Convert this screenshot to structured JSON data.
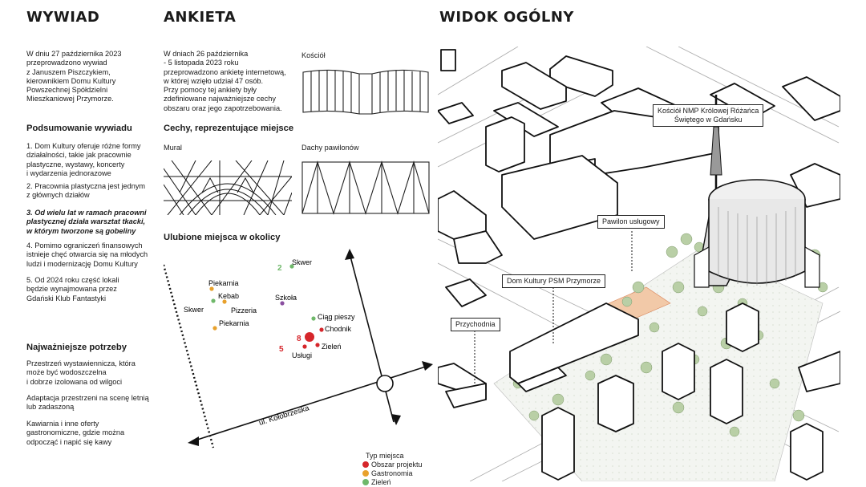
{
  "sections": {
    "wywiad": "WYWIAD",
    "ankieta": "ANKIETA",
    "widok": "WIDOK OGÓLNY"
  },
  "wywiad": {
    "intro": "W dniu 27 października 2023\nprzeprowadzono wywiad\nz Januszem Piszczykiem,\nkierownikiem Domu Kultury\nPowszechnej Spółdzielni\nMieszkaniowej Przymorze.",
    "summary_heading": "Podsumowanie wywiadu",
    "p1": "1. Dom Kultury oferuje różne formy\ndziałalności, takie jak pracownie\nplastyczne, wystawy, koncerty\ni wydarzenia jednorazowe",
    "p2": "2. Pracownia plastyczna jest jednym\nz głównych działów",
    "p3": "3. Od wielu lat w ramach pracowni\nplastycznej działa warsztat tkacki,\nw którym tworzone są gobeliny",
    "p4": "4. Pomimo ograniczeń finansowych\nistnieje chęć otwarcia się na młodych\nludzi i modernizację Domu Kultury",
    "p5": "5. Od 2024 roku część lokali\nbędzie wynajmowana przez\nGdański Klub Fantastyki",
    "needs_heading": "Najważniejsze potrzeby",
    "n1": "Przestrzeń wystawiennicza, która\nmoże być wodoszczelna\ni dobrze izolowana od wilgoci",
    "n2": "Adaptacja przestrzeni na scenę letnią\nlub zadaszoną",
    "n3": "Kawiarnia i inne oferty\ngastronomiczne, gdzie można\nodpocząć i napić się kawy"
  },
  "ankieta": {
    "intro": "W dniach 26 października\n- 5 listopada 2023 roku\nprzeprowadzono ankietę internetową,\nw której wzięło udział 47 osób.\nPrzy pomocy tej ankiety były\nzdefiniowane najważniejsze cechy\nobszaru oraz jego zapotrzebowania.",
    "features_heading": "Cechy, reprezentujące miejsce",
    "img_kosciol": "Kościół",
    "img_mural": "Mural",
    "img_dachy": "Dachy pawilonów",
    "places_heading": "Ulubione miejsca w okolicy",
    "street": "ul. Kołobrzeska",
    "places": [
      {
        "label": "Skwer",
        "color": "#6fb86a"
      },
      {
        "label": "Piekarnia",
        "color": "#e8a12c"
      },
      {
        "label": "Kebab",
        "color": "#6fb86a"
      },
      {
        "label": "Skwer",
        "color": "#6fb86a"
      },
      {
        "label": "Pizzeria",
        "color": "#e8a12c"
      },
      {
        "label": "Piekarnia",
        "color": "#e8a12c"
      },
      {
        "label": "Szkoła",
        "color": "#8a4fa0"
      },
      {
        "label": "Ciąg pieszy",
        "color": "#6fb86a"
      },
      {
        "label": "Chodnik",
        "color": "#d6262b"
      },
      {
        "label": "Zieleń",
        "color": "#d6262b"
      },
      {
        "label": "Usługi",
        "color": "#d6262b"
      }
    ],
    "counts": [
      "2",
      "8",
      "5"
    ],
    "legend_title": "Typ miejsca",
    "legend": [
      {
        "label": "Obszar projektu",
        "color": "#d6262b"
      },
      {
        "label": "Gastronomia",
        "color": "#e8a12c"
      },
      {
        "label": "Zieleń",
        "color": "#6fb86a"
      }
    ]
  },
  "widok": {
    "callouts": [
      "Kościół NMP Królowej Różańca\nŚwiętego w Gdańsku",
      "Pawilon usługowy",
      "Dom Kultury PSM Przymorze",
      "Przychodnia"
    ]
  }
}
